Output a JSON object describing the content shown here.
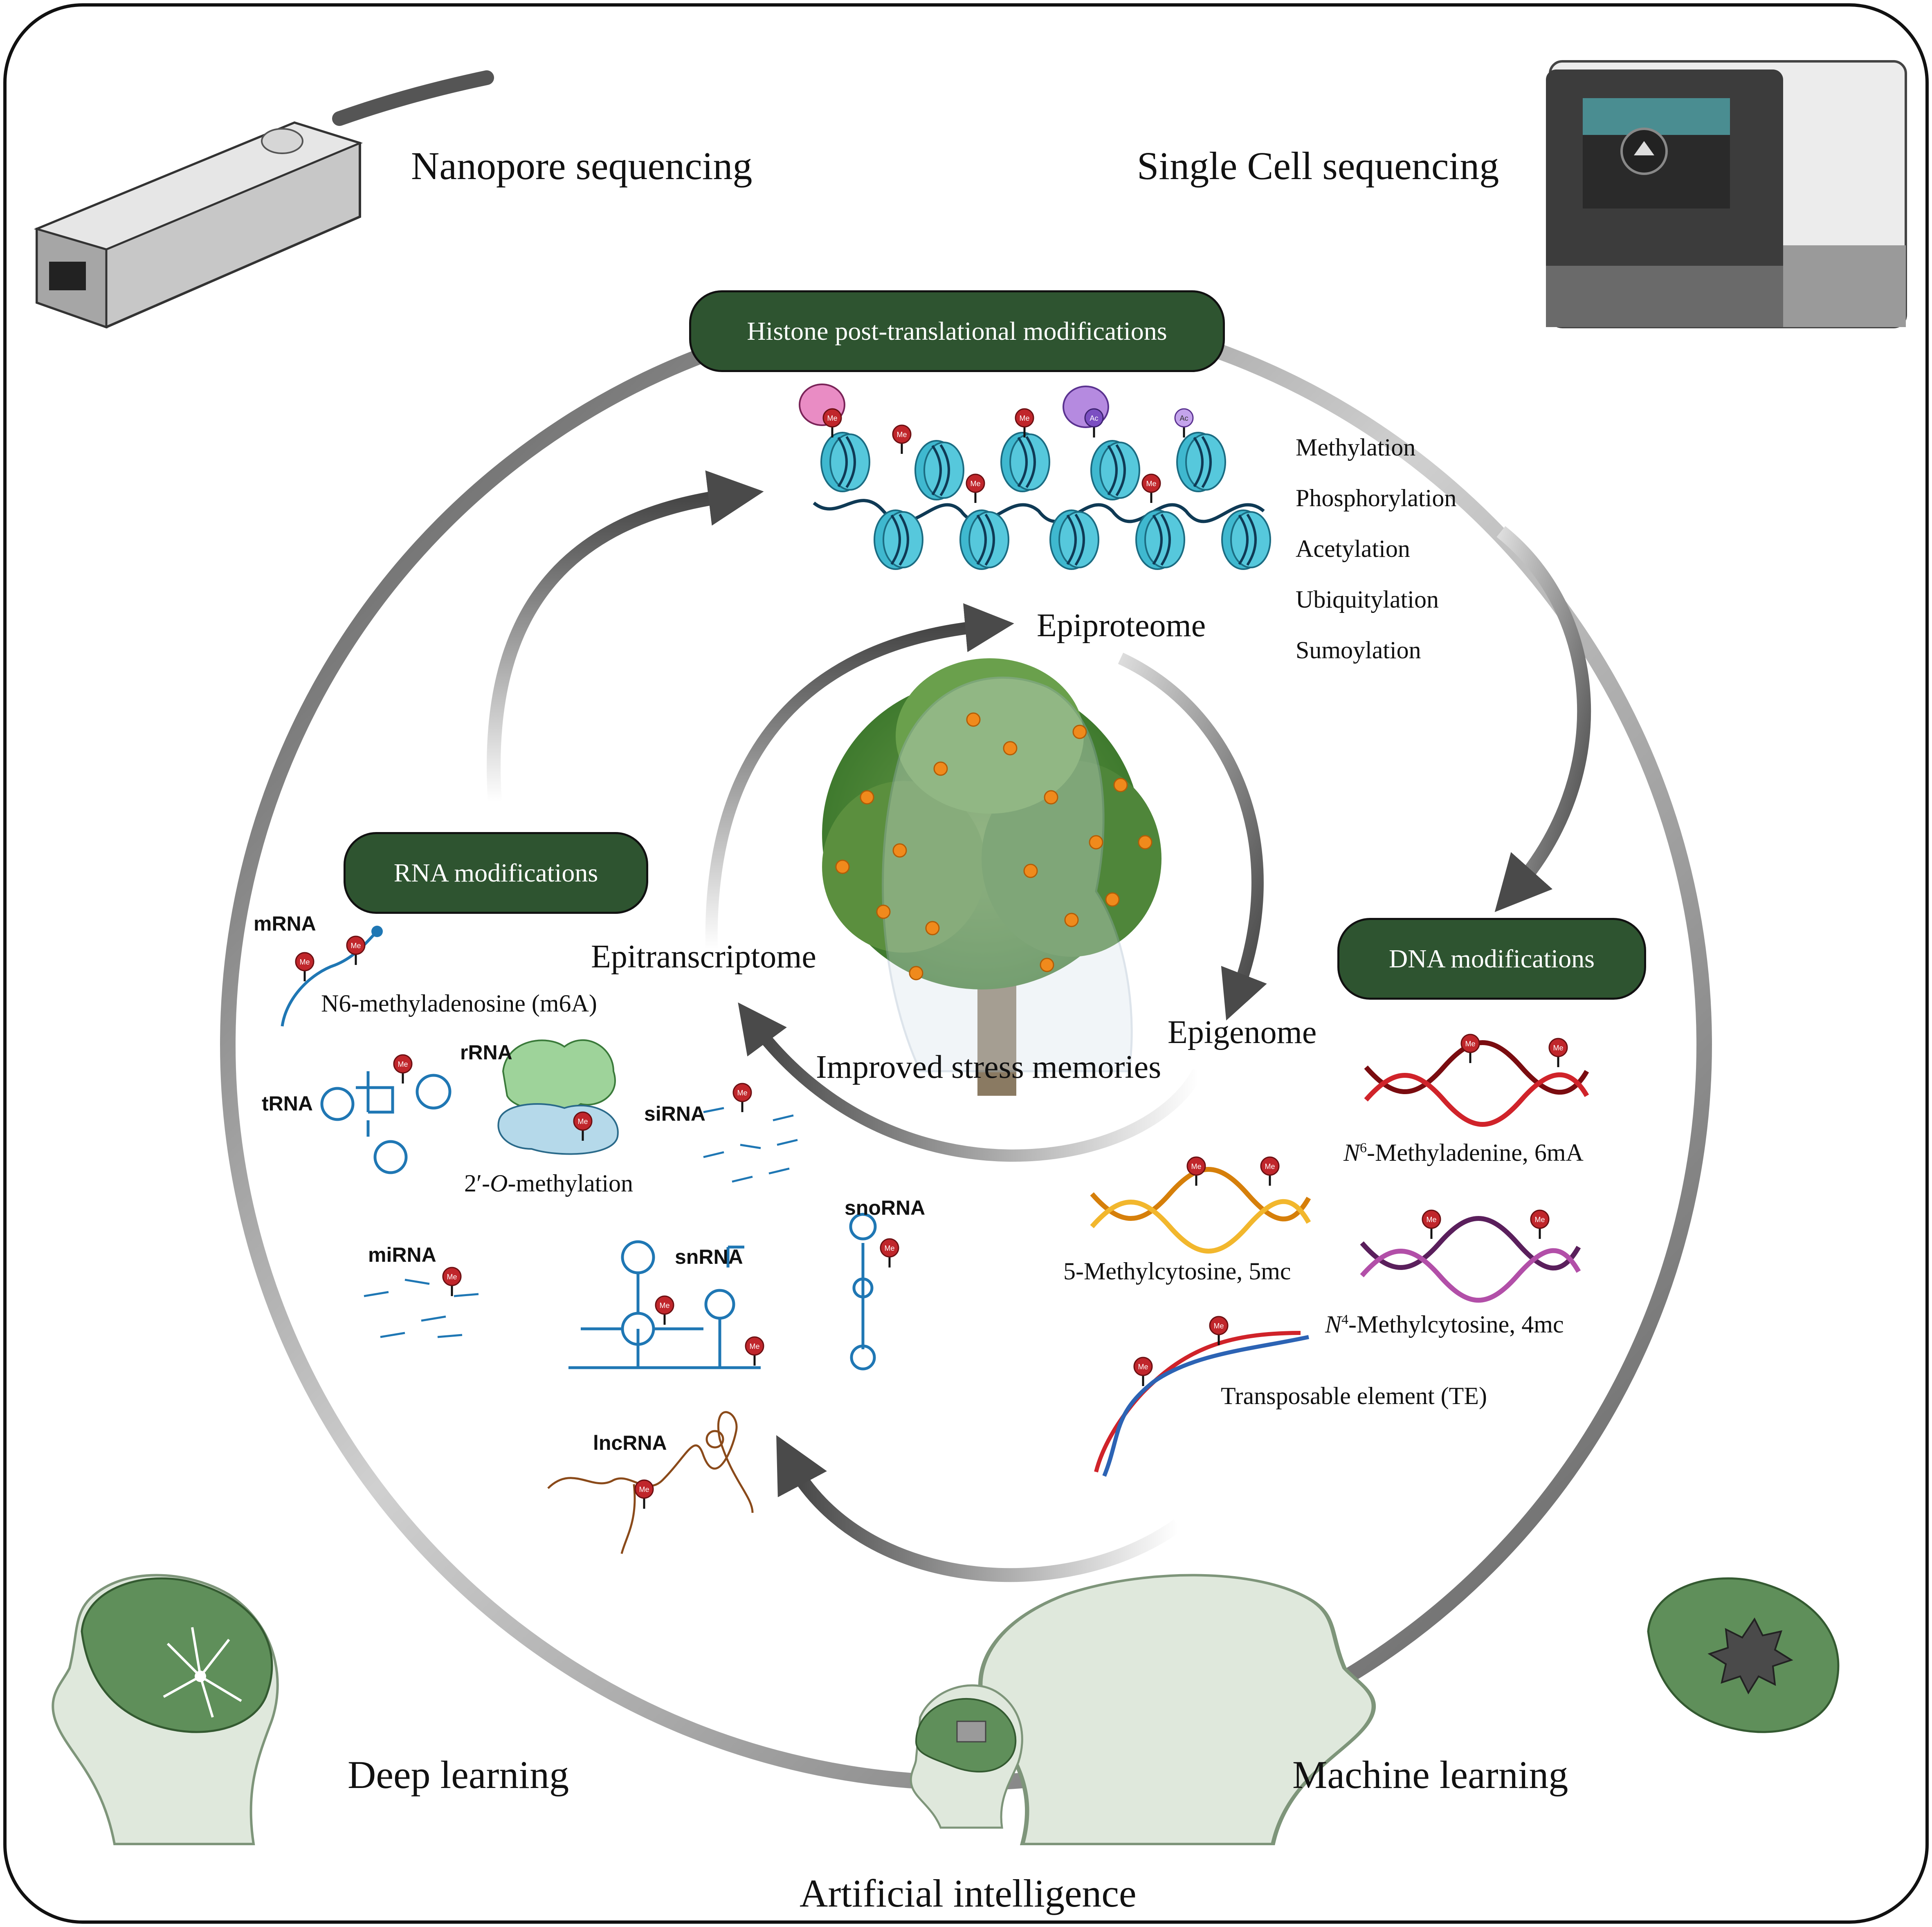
{
  "tools": {
    "nanopore": "Nanopore sequencing",
    "single_cell": "Single Cell sequencing",
    "deep_learning": "Deep learning",
    "machine_learning": "Machine learning",
    "ai": "Artificial intelligence"
  },
  "categories": {
    "histone": "Histone post-translational modifications",
    "rna": "RNA modifications",
    "dna": "DNA modifications"
  },
  "cycle": {
    "epiproteome": "Epiproteome",
    "epigenome": "Epigenome",
    "epitranscriptome": "Epitranscriptome",
    "center": "Improved stress memories"
  },
  "histone_mods": [
    "Methylation",
    "Phosphorylation",
    "Acetylation",
    "Ubiquitylation",
    "Sumoylation"
  ],
  "rna_types": {
    "mrna": "mRNA",
    "trna": "tRNA",
    "rrna": "rRNA",
    "sirna": "siRNA",
    "mirna": "miRNA",
    "snrna": "snRNA",
    "snorna": "snoRNA",
    "lncrna": "lncRNA",
    "m6a": "N6-methyladenosine (m6A)",
    "o_methylation_prefix": "2′-",
    "o_methylation_italic": "O",
    "o_methylation_suffix": "-methylation"
  },
  "dna_mods": {
    "sixma_italic": "N",
    "sixma_sup": "6",
    "sixma_rest": "-Methyladenine, 6mA",
    "fivemc": "5-Methylcytosine, 5mc",
    "fourmc_italic": "N",
    "fourmc_sup": "4",
    "fourmc_rest": "-Methylcytosine, 4mc",
    "te": "Transposable element (TE)"
  },
  "tags": {
    "me": "Me",
    "ac": "Ac"
  },
  "colors": {
    "pill_green": "#2e5430",
    "ring_dark": "#5a5a5a",
    "nucleosome_cyan": "#3fb8cf",
    "me_red": "#c0262b",
    "rna_blue": "#1f77b4",
    "brain_green": "#5f8f5a",
    "dna_red": "#b3151b",
    "dna_orange": "#e89a12",
    "dna_purple": "#9a3b8e"
  }
}
